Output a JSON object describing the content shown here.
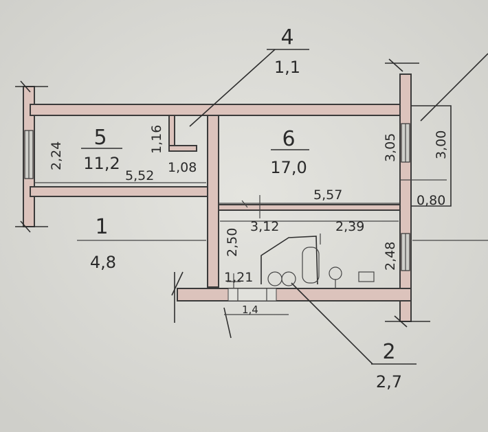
{
  "rooms": [
    {
      "number": "1",
      "area": "4,8"
    },
    {
      "number": "2",
      "area": "2,7"
    },
    {
      "number": "4",
      "area": "1,1"
    },
    {
      "number": "5",
      "area": "11,2"
    },
    {
      "number": "6",
      "area": "17,0"
    }
  ],
  "dimensions": {
    "d224": "2,24",
    "d552": "5,52",
    "d116": "1,16",
    "d108": "1,08",
    "d305": "3,05",
    "d300": "3,00",
    "d557": "5,57",
    "d080": "0,80",
    "d250": "2,50",
    "d312": "3,12",
    "d239": "2,39",
    "d248": "2,48",
    "d121": "1,21",
    "d14": "1,4"
  },
  "colors": {
    "paper": "#d9d9d4",
    "wall_fill": "#dcc3bc",
    "ink": "#2e2e2e"
  }
}
